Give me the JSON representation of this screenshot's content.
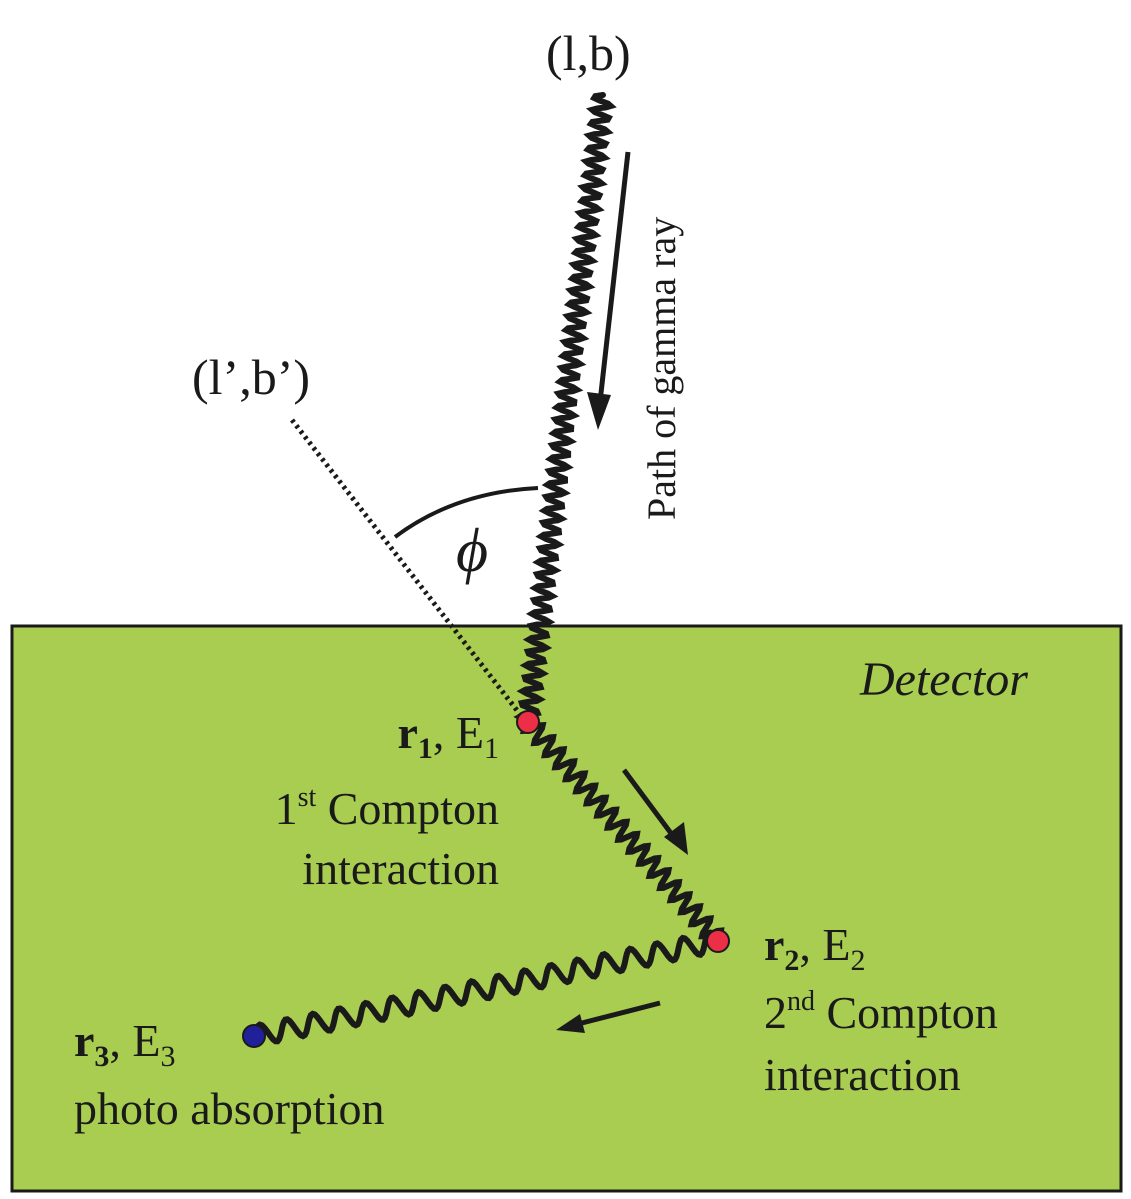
{
  "colors": {
    "detector": "#a9cd50",
    "interaction": "#ec2f46",
    "absorption": "#20219a",
    "line": "#1a1a1a"
  },
  "source": {
    "label": "(l,b)"
  },
  "apparent_source": {
    "label": "(l’,b’)"
  },
  "path_label": "Path of gamma ray",
  "angle_symbol": "ϕ",
  "detector_label": "Detector",
  "interaction1": {
    "r_main": "r",
    "r_sub": "1",
    "sep": ", ",
    "e_main": "E",
    "e_sub": "1",
    "ordinal": "1",
    "ordinal_suffix": "st",
    "line1_rest": " Compton",
    "line2": "interaction"
  },
  "interaction2": {
    "r_main": "r",
    "r_sub": "2",
    "sep": ", ",
    "e_main": "E",
    "e_sub": "2",
    "ordinal": "2",
    "ordinal_suffix": "nd",
    "line1_rest": " Compton",
    "line2": "interaction"
  },
  "interaction3": {
    "r_main": "r",
    "r_sub": "3",
    "sep": ", ",
    "e_main": "E",
    "e_sub": "3",
    "line1": "photo absorption"
  }
}
